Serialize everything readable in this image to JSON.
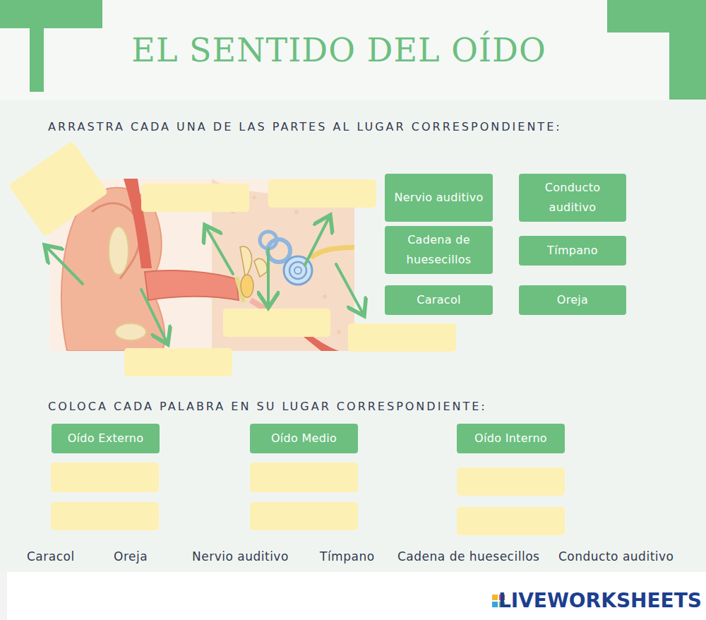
{
  "diagram": {
    "title": "EL SENTIDO DEL OÍDO",
    "nodes": [
      {
        "text": [
          "Nervio auditivo"
        ]
      },
      {
        "text": [
          "Conducto auditivo"
        ]
      },
      {
        "text": [
          "Cadena de huesecillos"
        ]
      },
      {
        "text": [
          "Tímpano"
        ]
      },
      {
        "text": [
          "Caracol"
        ]
      },
      {
        "text": [
          "Oreja"
        ]
      },
      {
        "text": [
          "Oído Externo"
        ]
      },
      {
        "text": [
          "Oído Medio"
        ]
      },
      {
        "text": [
          "Oído Interno"
        ]
      }
    ],
    "labels": [
      "ARRASTRA CADA UNA DE LAS PARTES AL LUGAR CORRESPONDIENTE:",
      "COLOCA CADA PALABRA EN SU LUGAR CORRESPONDIENTE:",
      "Caracol",
      "Oreja",
      "Nervio auditivo",
      "Tímpano",
      "Cadena de huesecillos",
      "Conducto auditivo",
      "LIVEWORKSHEETS"
    ]
  }
}
